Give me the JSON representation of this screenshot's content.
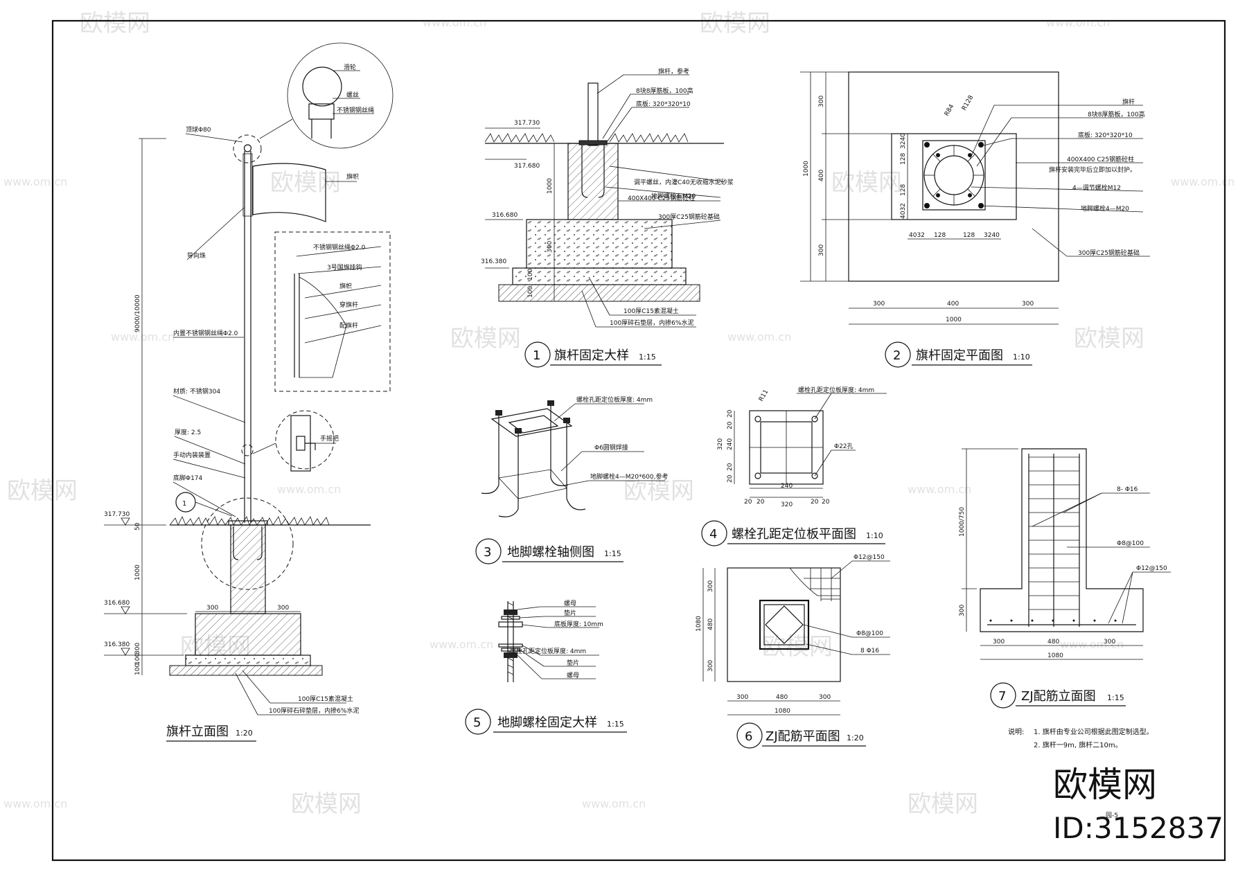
{
  "watermark": {
    "brand": "欧模网",
    "domain": "www.om.cn"
  },
  "brand_block": {
    "name": "欧模网",
    "id": "ID:3152837"
  },
  "sheet_no": "园-5",
  "views": {
    "v1": {
      "title": "旗杆立面图",
      "scale": "1:20"
    },
    "v2": {
      "num": "1",
      "title": "旗杆固定大样",
      "scale": "1:15"
    },
    "v3": {
      "num": "2",
      "title": "旗杆固定平面图",
      "scale": "1:10"
    },
    "v4": {
      "num": "3",
      "title": "地脚螺栓轴侧图",
      "scale": "1:15"
    },
    "v5": {
      "num": "4",
      "title": "螺栓孔距定位板平面图",
      "scale": "1:10"
    },
    "v6": {
      "num": "5",
      "title": "地脚螺栓固定大样",
      "scale": "1:15"
    },
    "v7": {
      "num": "6",
      "title": "ZJ配筋平面图",
      "scale": "1:20"
    },
    "v8": {
      "num": "7",
      "title": "ZJ配筋立面图",
      "scale": "1:15"
    }
  },
  "elev": {
    "labels": [
      "顶球Φ80",
      "旗帜",
      "导向珠",
      "内置不锈钢钢丝绳Φ2.0",
      "材质: 不锈钢304",
      "厚度: 2.5",
      "手动内装装置",
      "底脚Φ174",
      "100厚C15素混凝土",
      "100厚碎石碎垫层，内掺6%水泥"
    ],
    "detail_top": [
      "滑轮",
      "螺丝",
      "不锈钢钢丝绳"
    ],
    "detail_box": [
      "不锈钢钢丝绳Φ2.0",
      "3号国旗挂钩",
      "旗帜",
      "穿旗杆",
      "配旗杆"
    ],
    "detail_crank": "手摇把",
    "levels": [
      "317.730",
      "316.680",
      "316.380"
    ],
    "dims": [
      "50",
      "9000/10000",
      "1000",
      "300",
      "300",
      "300",
      "100",
      "100"
    ],
    "callout": "1"
  },
  "d1": {
    "labels": [
      "旗杆，参考",
      "8块8厚筋板，100高",
      "底板: 320*320*10",
      "调平螺丝，内灌C40无收缩水泥砂浆",
      "地脚螺栓4-M20",
      "400X400 C25钢筋砼柱",
      "300厚C25钢筋砼基础",
      "100厚C15素混凝土",
      "100厚碎石垫层，内掺6%水泥"
    ],
    "levels": [
      "317.730",
      "317.680",
      "316.680",
      "316.380"
    ],
    "dims": [
      "1000",
      "300",
      "100",
      "100"
    ]
  },
  "d2": {
    "labels": [
      "旗杆",
      "8块8厚筋板，100高",
      "底板: 320*320*10",
      "400X400 C25钢筋砼柱",
      "旗杆安装完毕后立即加以封护。",
      "4—调节螺栓M12",
      "地脚螺栓4—M20",
      "300厚C25钢筋砼基础"
    ],
    "radii": [
      "R84",
      "R128"
    ],
    "dims_v": [
      "300",
      "400",
      "300",
      "1000",
      "3240",
      "128",
      "128",
      "4032"
    ],
    "dims_h": [
      "300",
      "400",
      "300",
      "1000",
      "4032",
      "128",
      "128",
      "3240"
    ]
  },
  "d3": {
    "labels": [
      "螺栓孔距定位板厚度: 4mm",
      "Φ6圆钢焊接",
      "地脚螺栓4—M20*600,参考"
    ]
  },
  "d4": {
    "labels": [
      "螺栓孔距定位板厚度: 4mm",
      "R11",
      "Φ22孔"
    ],
    "dims_v": [
      "20",
      "20",
      "320",
      "240",
      "20",
      "20"
    ],
    "dims_h": [
      "240",
      "20",
      "20",
      "320",
      "20",
      "20"
    ]
  },
  "d5": {
    "labels": [
      "螺母",
      "垫片",
      "底板厚度: 10mm",
      "螺栓孔距定位板厚度: 4mm",
      "垫片",
      "螺母"
    ]
  },
  "d6": {
    "labels": [
      "Φ12@150",
      "Φ8@100",
      "8 Φ16"
    ],
    "dims_v": [
      "300",
      "480",
      "300",
      "1080"
    ],
    "dims_h": [
      "300",
      "480",
      "300",
      "1080"
    ]
  },
  "d7": {
    "labels": [
      "8- Φ16",
      "Φ8@100",
      "Φ12@150"
    ],
    "dims_v": [
      "1000/750",
      "300"
    ],
    "dims_h": [
      "300",
      "480",
      "300",
      "1080"
    ]
  },
  "notes": {
    "lead": "说明:",
    "items": [
      "1.  旗杆由专业公司根据此图定制选型。",
      "2.  旗杆一9m, 旗杆二10m。"
    ]
  }
}
